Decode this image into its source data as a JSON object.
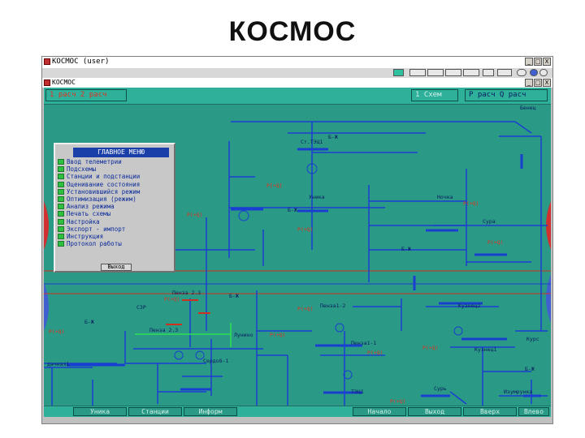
{
  "slide_title": "КОСМОС",
  "window": {
    "title": "КОСМОС (user)",
    "doc_label": "КОСМОС",
    "controls": [
      "_",
      "□",
      "X"
    ]
  },
  "top_bar": {
    "left_box": "1 расч  2 расч",
    "center_box": "1 Схем",
    "right_box": "Р расч  Q расч"
  },
  "menu": {
    "header": "ГЛАВНОЕ МЕНЮ",
    "items": [
      "Ввод телеметрии",
      "Подсхемы",
      "Станции и подстанции",
      "Оценивание состояния",
      "Установившийся режим",
      "Оптимизация (режим)",
      "Анализ режима",
      "Печать схемы",
      "Настройка",
      "Экспорт - импорт",
      "Инструкция",
      "Протокол работы"
    ],
    "exit_label": "Выход"
  },
  "bottom_bar": {
    "buttons": [
      "Уника",
      "Станции",
      "Информ",
      "Начало",
      "Выход",
      "Вверх",
      "Влево"
    ]
  },
  "schematic_labels": {
    "blue": [
      "Бенец",
      "Ст.ТЭЦ1",
      "Уника",
      "Ночка",
      "Сура",
      "Пенза 2.3",
      "СЗР",
      "Пенза 2.3",
      "Пенза1-2",
      "Кузнец2",
      "Лунино",
      "Пенза1-1",
      "Кузнец1",
      "Сердоб-1",
      "ТЭЦ1",
      "Сурь",
      "Курс",
      "Изумрунка",
      "дачная1",
      "Б-Ж",
      "Б-Ж",
      "Б-Ж",
      "Б-Ж",
      "Б-Ж",
      "Б-Ж"
    ],
    "red": [
      "P[+Q]",
      "Р(+Q)",
      "Р(+Q)",
      "Р(+Q)",
      "Р(+Q)",
      "Р(+Q)",
      "Р(+Q)",
      "Р(+Q)",
      "Р(+Q)",
      "Р(+Q)",
      "Р(+Q)",
      "Р(+Q)"
    ]
  },
  "colors": {
    "workspace": "#2a9a86",
    "line_blue": "#1a3fd0",
    "line_red": "#d03020",
    "line_green": "#30e050",
    "menu_header": "#1a3fa8"
  }
}
